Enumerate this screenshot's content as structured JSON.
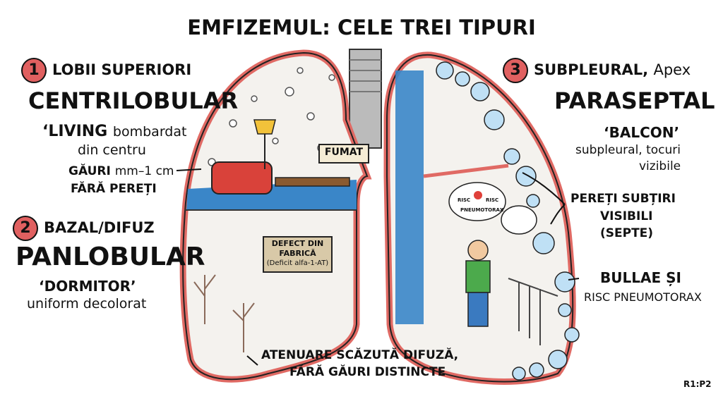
{
  "title": "EMFIZEMUL: CELE TREI TIPURI",
  "types": [
    {
      "number": "1",
      "location": "LOBII SUPERIORI",
      "name": "CENTRILOBULAR",
      "metaphor_bold": "‘LIVING",
      "metaphor_rest": "bombardat",
      "metaphor_line2": "din centru",
      "detail_line1_bold": "GĂURI",
      "detail_line1_rest": "mm–1 cm",
      "detail_line2": "FĂRĂ PEREȚI"
    },
    {
      "number": "2",
      "location": "BAZAL/DIFUZ",
      "name": "PANLOBULAR",
      "metaphor_bold": "‘DORMITOR’",
      "metaphor_line2": "uniform decolorat",
      "detail_line1": "ATENUARE SCĂZUTĂ DIFUZĂ,",
      "detail_line2": "FĂRĂ GĂURI DISTINCTE"
    },
    {
      "number": "3",
      "location_bold": "SUBPLEURAL,",
      "location_rest": "Apex",
      "name": "PARASEPTAL",
      "metaphor_bold": "‘BALCON’",
      "metaphor_line2": "subpleural, tocuri",
      "metaphor_line3": "vizibile",
      "detail_line1": "PEREȚI SUBȚIRI",
      "detail_line2": "VISIBILI",
      "detail_line3": "(SEPTE)",
      "detail2_line1": "BULLAE ȘI",
      "detail2_line2": "RISC PNEUMOTORAX"
    }
  ],
  "signs": {
    "fumat": "FUMAT",
    "defect_line1": "DEFECT DIN",
    "defect_line2": "FABRICĂ",
    "defect_line3": "(Deficit alfa-1-AT)",
    "bubble_left": "RISC",
    "bubble_right": "RISC",
    "bubble_bottom": "PNEUMOTORAX"
  },
  "corner_code": "R1:P2",
  "colors": {
    "pleura": "#e06a64",
    "floor": "#3a86c8",
    "bulla": "#bfe0f5",
    "badge": "#e06060"
  }
}
